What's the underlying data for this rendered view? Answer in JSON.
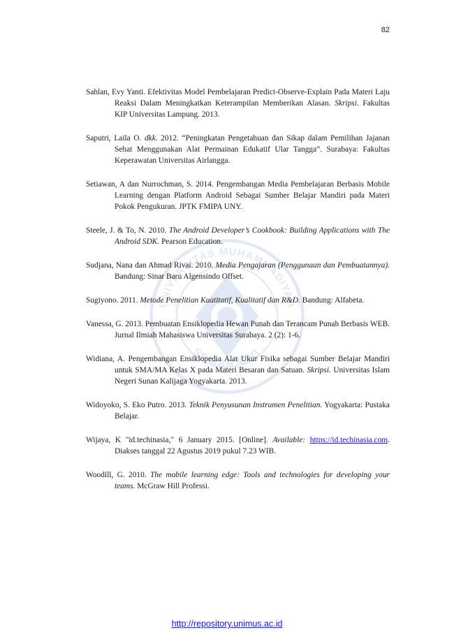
{
  "page_number": "82",
  "watermark": {
    "top_text": "UNIVERSITAS MUHAMMADIYAH",
    "bottom_text": "SEMARANG",
    "color": "#4a7bc8"
  },
  "references": [
    {
      "a": "Sahlan, Evy Yanti. Efektivitas Model Pembelajaran Predict-Observe-Explain Pada Materi Laju Reaksi Dalam Meningkatkan Keterampilan Memberikan Alasan. ",
      "b": "Skripsi",
      "c": ". Fakultas KIP Universitas Lampung. 2013."
    },
    {
      "a": "Saputri, Laila O. ",
      "b": "dkk.",
      "c": " 2012. “Peningkatan Pengetahuan dan Sikap dalam Pemilihan Jajanan Sehat Menggunakan Alat Permainan Edukatif Ular Tangga”. Surabaya: Fakultas Keperawatan Universitas Airlangga."
    },
    {
      "a": "Setiawan, A dan Nurrochman, S. 2014. Pengembangan Media Pembelajaran Berbasis Mobile Learning dengan Platform Android Sebagai Sumber Belajar Mandiri pada Materi Pokok Pengukuran. JPTK FMIPA UNY.",
      "b": "",
      "c": ""
    },
    {
      "a": "Steele, J. & To, N. 2010. ",
      "b": "The Android Developer’s Cookbook: Building Applications with The Android SDK",
      "c": ". Pearson Education."
    },
    {
      "a": "Sudjana, Nana dan Ahmad Rivai. 2010. ",
      "b": "Media Pengajaran (Penggunaan dan Pembuatannya).",
      "c": " Bandung: Sinar Baru Algensindo Offset."
    },
    {
      "a": "Sugiyono. 2011. ",
      "b": "Metode Penelitian Kuatitatif, Kualitatif dan R&D.",
      "c": " Bandung: Alfabeta."
    },
    {
      "a": "Vanessa, G. 2013. Pembuatan Ensiklopedia Hewan Punah dan Terancam Punah Berbasis WEB. Jurnal Ilmiah Mahasiswa Universitas Surabaya. 2 (2): 1-6.",
      "b": "",
      "c": ""
    },
    {
      "a": "Widiana, A. Pengembangan Ensiklopedia Alat Ukur Fisika sebagai Sumber Belajar Mandiri untuk SMA/MA Kelas X pada Materi Besaran dan Satuan. ",
      "b": "Skripsi.",
      "c": " Universitas Islam Negeri Sunan Kalijaga Yogyakarta. 2013."
    },
    {
      "a": "Widoyoko, S. Eko Putro. 2013. ",
      "b": "Teknik Penyusunan Instrumen Penelitian.",
      "c": " Yogyakarta: Pustaka Belajar."
    },
    {
      "a": "Wijaya, K \"id.techinasia,\" 6 January 2015. [Online]. ",
      "b": "Available:",
      "link": "https://id.techinasia.com",
      "c": ". Diakses tanggal 22 Agustus 2019 pukul 7.23 WIB."
    },
    {
      "a": "Woodill, G. 2010. ",
      "b": "The mobile learning edge: Tools and technologies for developing your teams.",
      "c": " McGraw Hill Professi."
    }
  ],
  "footer_url": "http://repository.unimus.ac.id"
}
